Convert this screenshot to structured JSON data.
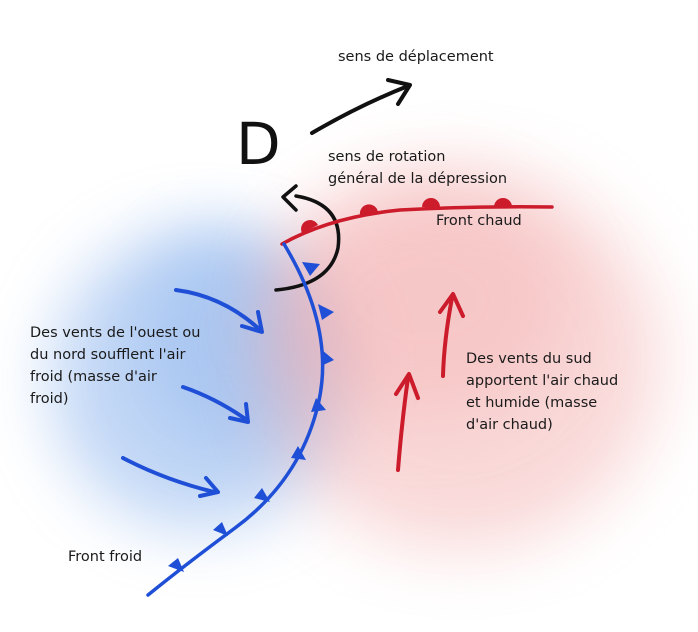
{
  "depression_letter": "D",
  "labels": {
    "movement": "sens de déplacement",
    "rotation": [
      "sens de rotation",
      "général de la dépression"
    ],
    "warm_front": "Front chaud",
    "cold_front": "Front froid",
    "west_winds": [
      "Des vents de l'ouest ou",
      "du nord soufflent l'air",
      "froid (masse d'air",
      "froid)"
    ],
    "south_winds": [
      "Des vents du sud",
      "apportent l'air chaud",
      "et humide (masse",
      "d'air chaud)"
    ]
  },
  "colors": {
    "cold": "#1f4fd6",
    "warm": "#cc1b2b",
    "cold_air": "#8fb6ee",
    "warm_air": "#f3a9a9",
    "ink": "#111111"
  }
}
